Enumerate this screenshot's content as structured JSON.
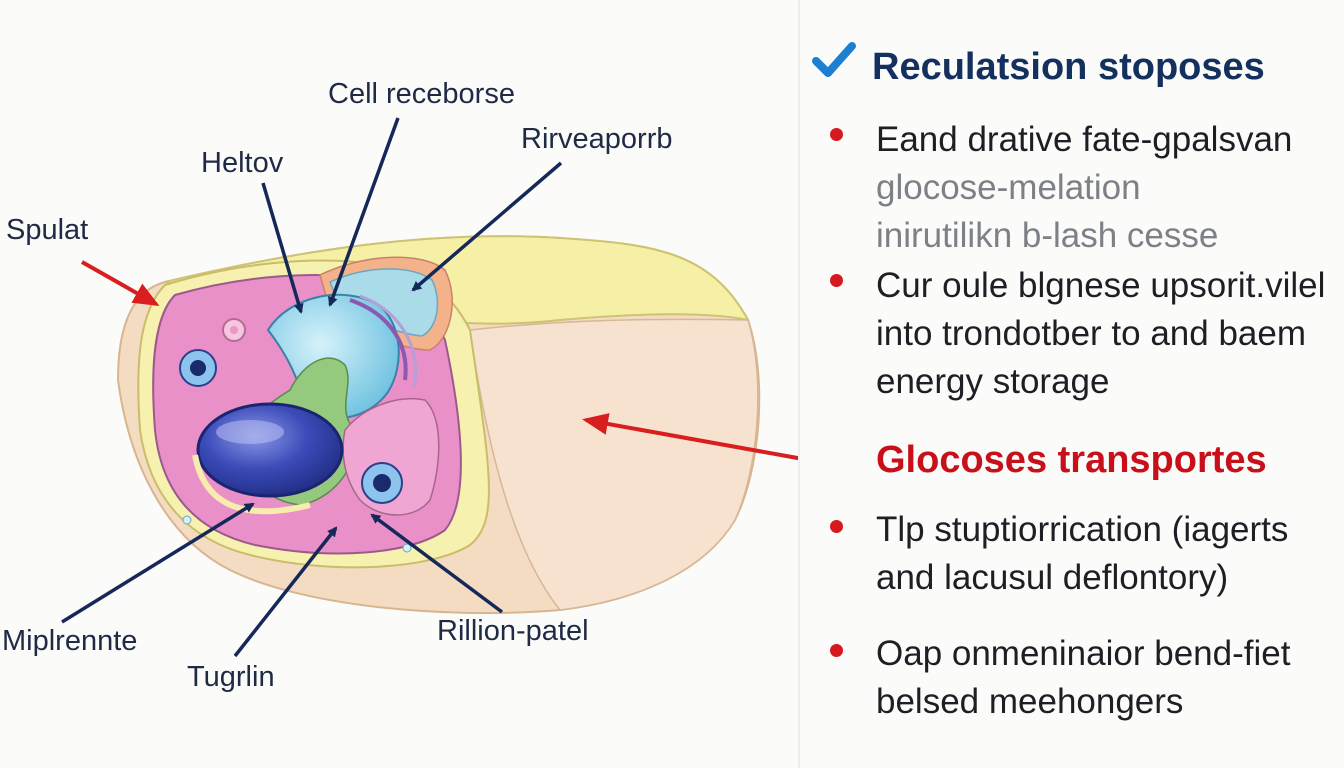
{
  "diagram": {
    "labels": {
      "spulat": "Spulat",
      "heltov": "Heltov",
      "cell_receborse": "Cell receborse",
      "rirveaporrb": "Rirveaporrb",
      "miplrennte": "Miplrennte",
      "tugrlin": "Tugrlin",
      "rillion_patel": "Rillion-patel"
    },
    "colors": {
      "arrow_navy": "#16285a",
      "arrow_red": "#d81e1e",
      "outer_wall": "#f0d2b5",
      "membrane_yellow": "#f6efa4",
      "cytoplasm_pink": "#e98cc4",
      "nucleus_blue": "#3a4db8",
      "organelle_cyan": "#8fd3ea",
      "organelle_green": "#93c97c"
    }
  },
  "panel": {
    "section1": {
      "icon": "checkmark-icon",
      "heading": "Reculatsion stoposes",
      "bullets": [
        {
          "lines": [
            "Eand drative fate-gpalsvan"
          ],
          "faded_lines": [
            "glocose-melation",
            "inirutilikn b-lash cesse"
          ]
        },
        {
          "lines": [
            "Cur oule blgnese upsorit.vilel",
            "into trondotber to and baem",
            "energy storage"
          ]
        }
      ]
    },
    "section2": {
      "heading": "Glocoses transportes",
      "bullets": [
        {
          "lines": [
            "Tlp stuptiorrication (iagerts",
            "and lacusul deflontory)"
          ]
        },
        {
          "lines": [
            "Oap onmeninaior bend-fiet",
            "belsed meehongers"
          ]
        }
      ]
    },
    "colors": {
      "heading_blue": "#14305e",
      "heading_red": "#c8101b",
      "bullet_red": "#d7191f",
      "check_blue": "#1c7fd0"
    }
  }
}
